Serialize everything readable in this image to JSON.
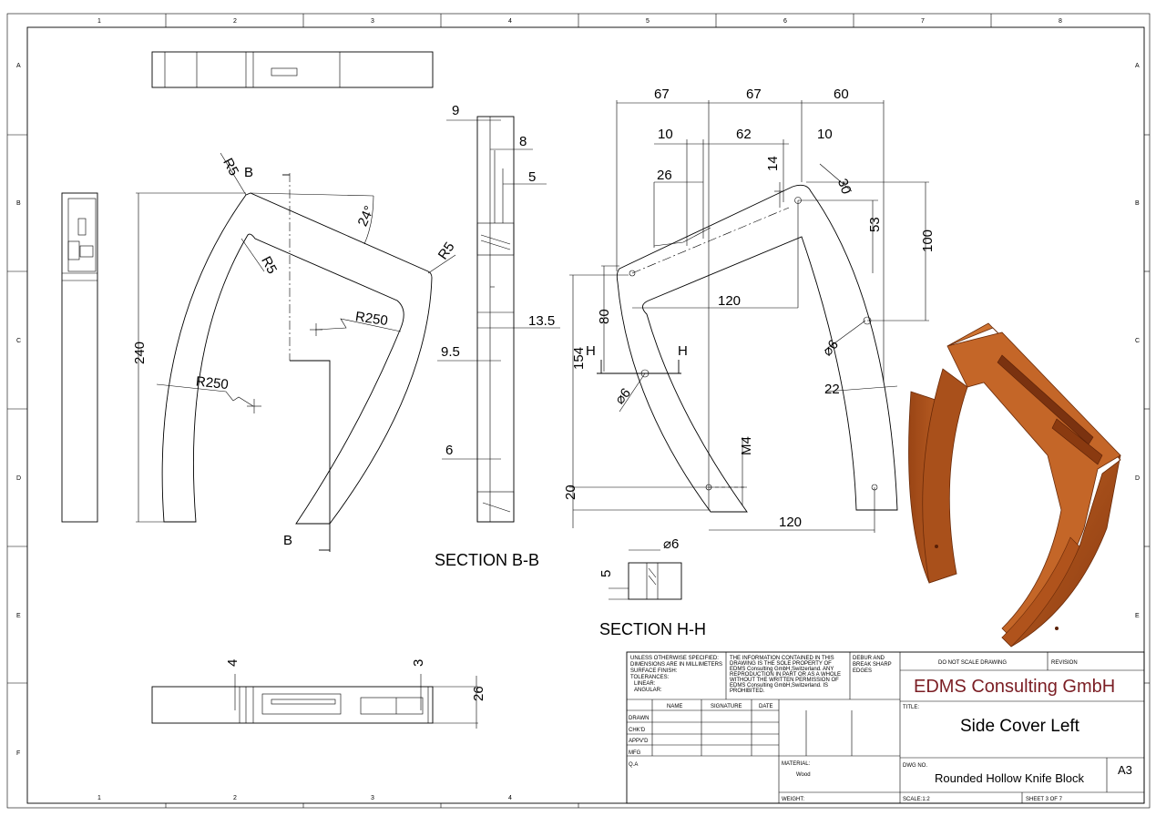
{
  "zones": {
    "columns": [
      "1",
      "2",
      "3",
      "4",
      "5",
      "6",
      "7",
      "8"
    ],
    "rows": [
      "A",
      "B",
      "C",
      "D",
      "E",
      "F"
    ]
  },
  "labels": {
    "section_bb": "SECTION B-B",
    "section_hh": "SECTION H-H",
    "cut_b": "B",
    "cut_h": "H"
  },
  "dims": {
    "front": {
      "r5": "R5",
      "r250": "R250",
      "angle": "24°",
      "height": "240"
    },
    "section_bb": {
      "d9": "9",
      "d8": "8",
      "d5": "5",
      "d13_5": "13.5",
      "d9_5": "9.5",
      "d6": "6"
    },
    "side": {
      "d67": "67",
      "d60": "60",
      "d10": "10",
      "d62": "62",
      "d26": "26",
      "d14": "14",
      "d30": "30",
      "d53": "53",
      "d100": "100",
      "d120": "120",
      "d80": "80",
      "d154": "154",
      "dia6": "⌀6",
      "d22": "22",
      "m4": "M4",
      "d20": "20"
    },
    "section_hh": {
      "dia6": "⌀6",
      "d5": "5"
    },
    "bottom": {
      "d4": "4",
      "d3": "3",
      "d26": "26"
    }
  },
  "title_block": {
    "notes": [
      "UNLESS OTHERWISE SPECIFIED:",
      "DIMENSIONS ARE IN MILLIMETERS",
      "SURFACE FINISH:",
      "TOLERANCES:",
      "LINEAR:",
      "ANGULAR:"
    ],
    "property": [
      "THE INFORMATION CONTAINED IN THIS",
      "DRAWING IS THE SOLE PROPERTY OF",
      "EDMS Consulting GmbH,Switzerland. ANY",
      "REPRODUCTION IN PART OR AS A WHOLE",
      "WITHOUT THE WRITTEN PERMISSION OF",
      "EDMS Consulting GmbH,Switzerland. IS",
      "PROHIBITED."
    ],
    "deburr": [
      "DEBUR AND",
      "BREAK SHARP",
      "EDGES"
    ],
    "do_not_scale": "DO NOT SCALE DRAWING",
    "revision": "REVISION",
    "company": "EDMS Consulting GmbH",
    "title_label": "TITLE:",
    "title": "Side Cover Left",
    "headers": {
      "name": "NAME",
      "signature": "SIGNATURE",
      "date": "DATE"
    },
    "rows": [
      "DRAWN",
      "CHK'D",
      "APPV'D",
      "MFG",
      "Q.A"
    ],
    "material_label": "MATERIAL:",
    "material": "Wood",
    "weight_label": "WEIGHT:",
    "dwg_no_label": "DWG NO.",
    "dwg_no": "Rounded Hollow Knife Block",
    "size": "A3",
    "scale": "SCALE:1:2",
    "sheet": "SHEET 3 OF 7"
  },
  "colors": {
    "brand": "#7b1e24",
    "wood_light": "#c8692a",
    "wood_dark": "#8a3a10"
  }
}
